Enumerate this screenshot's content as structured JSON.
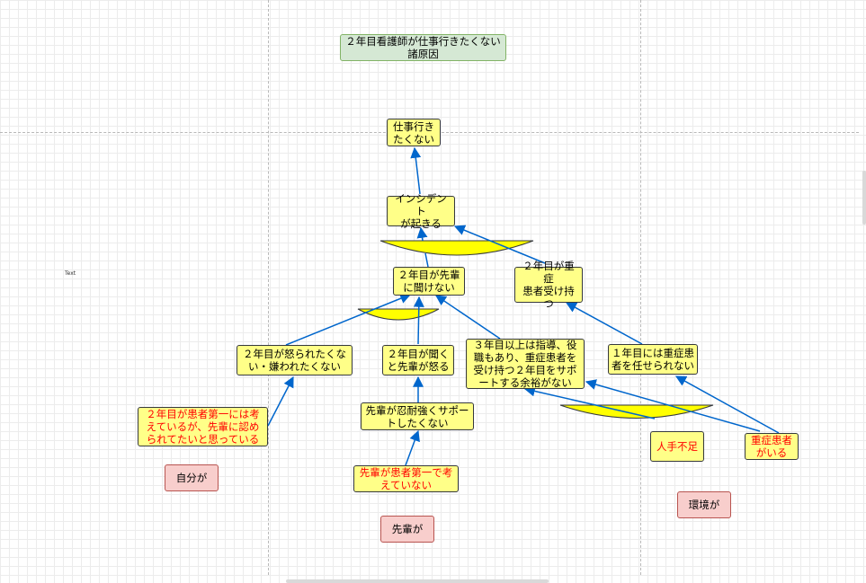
{
  "canvas": {
    "text_label": "Text"
  },
  "nodes": {
    "title": "２年目看護師が仕事行きたくない\n諸原因",
    "n_go_work": "仕事行き\nたくない",
    "n_incident": "インシデント\nが起きる",
    "n_cant_ask": "２年目が先輩\nに聞けない",
    "n_heavy_patients": "２年目が重症\n患者受け持つ",
    "n_afraid_scolded": "２年目が怒られたくな\nい・嫌われたくない",
    "n_asks_scolded": "２年目が聞く\nと先輩が怒る",
    "n_3rd_year": "３年目以上は指導、役\n職もあり、重症患者を\n受け持つ２年目をサポ\nートする余裕がない",
    "n_1st_year": "１年目には重症患\n者を任せられない",
    "n_patient_first_self": "２年目が患者第一には考\nえているが、先輩に認め\nられてたいと思っている",
    "n_no_patience": "先輩が忍耐強くサポー\nトしたくない",
    "n_senpai_not_patient_first": "先輩が患者第一で考\nえていない",
    "n_staff_shortage": "人手不足",
    "n_severe_patients": "重症患者\nがいる",
    "g_self": "自分が",
    "g_senpai": "先輩が",
    "g_environment": "環境が"
  },
  "colors": {
    "node_yellow": "#ffff88",
    "title_green": "#d5e8d4",
    "category_pink": "#f8cecc",
    "arrow_blue": "#0066cc",
    "and_gate_yellow": "#ffff00",
    "cause_text_red": "#ff0000"
  }
}
